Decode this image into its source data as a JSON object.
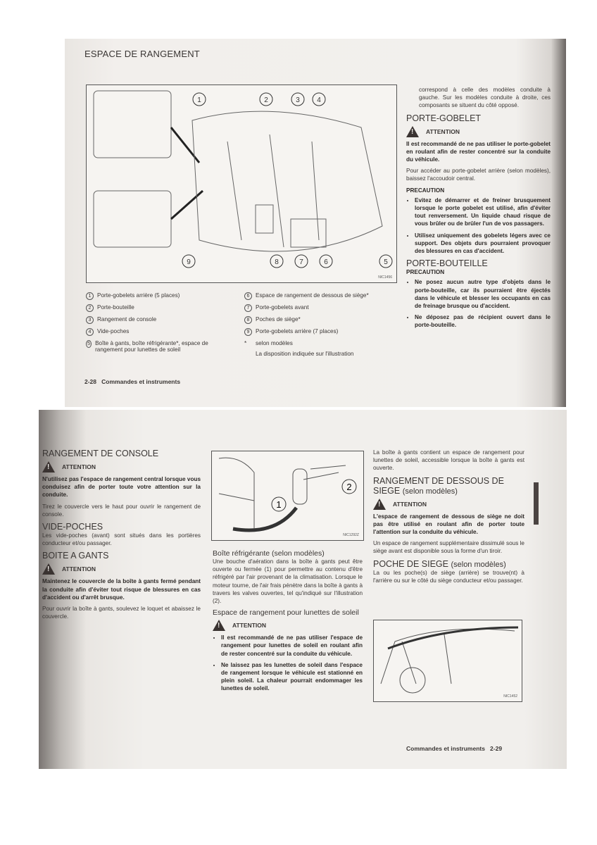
{
  "page1": {
    "title": "ESPACE DE RANGEMENT",
    "figure_code": "NIC1456",
    "figure_callouts": [
      "1",
      "2",
      "3",
      "4",
      "5",
      "6",
      "7",
      "8",
      "9"
    ],
    "legend_left": [
      {
        "n": "1",
        "text": "Porte-gobelets arrière (5 places)"
      },
      {
        "n": "2",
        "text": "Porte-bouteille"
      },
      {
        "n": "3",
        "text": "Rangement de console"
      },
      {
        "n": "4",
        "text": "Vide-poches"
      },
      {
        "n": "5",
        "text": "Boîte à gants, boîte réfrigérante*, espace de rangement pour lunettes de soleil"
      }
    ],
    "legend_right": [
      {
        "n": "6",
        "text": "Espace de rangement de dessous de siège*"
      },
      {
        "n": "7",
        "text": "Porte-gobelets avant"
      },
      {
        "n": "8",
        "text": "Poches de siège*"
      },
      {
        "n": "9",
        "text": "Porte-gobelets arrière (7 places)"
      },
      {
        "n": "*",
        "text": "selon modèles"
      },
      {
        "n": "",
        "text": "La disposition indiquée sur l'illustration"
      }
    ],
    "right_intro": "correspond à celle des modèles conduite à gauche. Sur les modèles conduite à droite, ces composants se situent du côté opposé.",
    "porte_gobelet": {
      "heading": "PORTE-GOBELET",
      "attention": "ATTENTION",
      "warning": "Il est recommandé de ne pas utiliser le porte-gobelet en roulant afin de rester concentré sur la conduite du véhicule.",
      "text": "Pour accéder au porte-gobelet arrière (selon modèles), baissez l'accoudoir central.",
      "precaution": "PRECAUTION",
      "bullets": [
        "Evitez de démarrer et de freiner brusquement lorsque le porte gobelet est utilisé, afin d'éviter tout renversement. Un liquide chaud risque de vous brûler ou de brûler l'un de vos passagers.",
        "Utilisez uniquement des gobelets légers avec ce support. Des objets durs pourraient provoquer des blessures en cas d'accident."
      ]
    },
    "porte_bouteille": {
      "heading": "PORTE-BOUTEILLE",
      "precaution": "PRECAUTION",
      "bullets": [
        "Ne posez aucun autre type d'objets dans le porte-bouteille, car ils pourraient être éjectés dans le véhicule et blesser les occupants en cas de freinage brusque ou d'accident.",
        "Ne déposez pas de récipient ouvert dans le porte-bouteille."
      ]
    },
    "footer_page": "2-28",
    "footer_section": "Commandes et instruments"
  },
  "page2": {
    "console": {
      "heading": "RANGEMENT DE CONSOLE",
      "attention": "ATTENTION",
      "warning": "N'utilisez pas l'espace de rangement central lorsque vous conduisez afin de porter toute votre attention sur la conduite.",
      "text": "Tirez le couvercle vers le haut pour ouvrir le rangement de console."
    },
    "vide_poches": {
      "heading": "VIDE-POCHES",
      "text": "Les vide-poches (avant) sont situés dans les portières conducteur et/ou passager."
    },
    "boite_gants": {
      "heading": "BOITE A GANTS",
      "attention": "ATTENTION",
      "warning": "Maintenez le couvercle de la boîte à gants fermé pendant la conduite afin d'éviter tout risque de blessures en cas d'accident ou d'arrêt brusque.",
      "text": "Pour ouvrir la boîte à gants, soulevez le loquet et abaissez le couvercle."
    },
    "figure_code": "NIC1292Z",
    "figure_callouts": [
      "1",
      "2"
    ],
    "refrig": {
      "heading": "Boîte réfrigérante (selon modèles)",
      "text": "Une bouche d'aération dans la boîte à gants peut être ouverte ou fermée (1) pour permettre au contenu d'être réfrigéré par l'air provenant de la climatisation. Lorsque le moteur tourne, de l'air frais pénètre dans la boîte à gants à travers les valves ouvertes, tel qu'indiqué sur l'illustration (2)."
    },
    "lunettes": {
      "heading": "Espace de rangement pour lunettes de soleil",
      "attention": "ATTENTION",
      "bullets": [
        "Il est recommandé de ne pas utiliser l'espace de rangement pour lunettes de soleil en roulant afin de rester concentré sur la conduite du véhicule.",
        "Ne laissez pas les lunettes de soleil dans l'espace de rangement lorsque le véhicule est stationné en plein soleil. La chaleur pourrait endommager les lunettes de soleil."
      ]
    },
    "right_intro": "La boîte à gants contient un espace de rangement pour lunettes de soleil, accessible lorsque la boîte à gants est ouverte.",
    "dessous_siege": {
      "heading": "RANGEMENT DE DESSOUS DE SIEGE",
      "heading_suffix": "(selon modèles)",
      "attention": "ATTENTION",
      "warning": "L'espace de rangement de dessous de siège ne doit pas être utilisé en roulant afin de porter toute l'attention sur la conduite du véhicule.",
      "text": "Un espace de rangement supplémentaire dissimulé sous le siège avant est disponible sous la forme d'un tiroir."
    },
    "poche_siege": {
      "heading": "POCHE DE SIEGE",
      "heading_suffix": "(selon modèles)",
      "text": "La ou les poche(s) de siège (arrière) se trouve(nt) à l'arrière ou sur le côté du siège conducteur et/ou passager."
    },
    "figure2_code": "NIC1452",
    "footer_section": "Commandes et instruments",
    "footer_page": "2-29"
  }
}
